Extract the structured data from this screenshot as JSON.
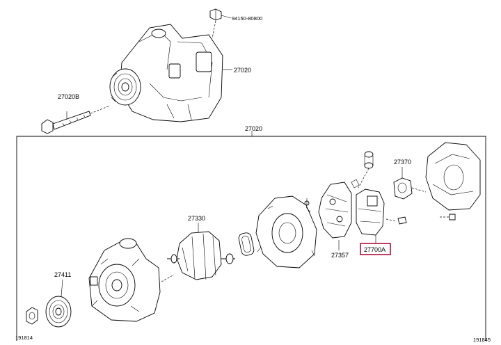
{
  "labels": {
    "nut_top": "94150-80800",
    "alternator_assy": "27020",
    "bolt": "27020B",
    "section_header": "27020",
    "rotor": "27330",
    "pulley": "27411",
    "rectifier": "27357",
    "regulator": "27700A",
    "brush_holder": "27370",
    "footer_left": "191814",
    "footer_right": "191845"
  },
  "highlight_color": "#b0103a"
}
